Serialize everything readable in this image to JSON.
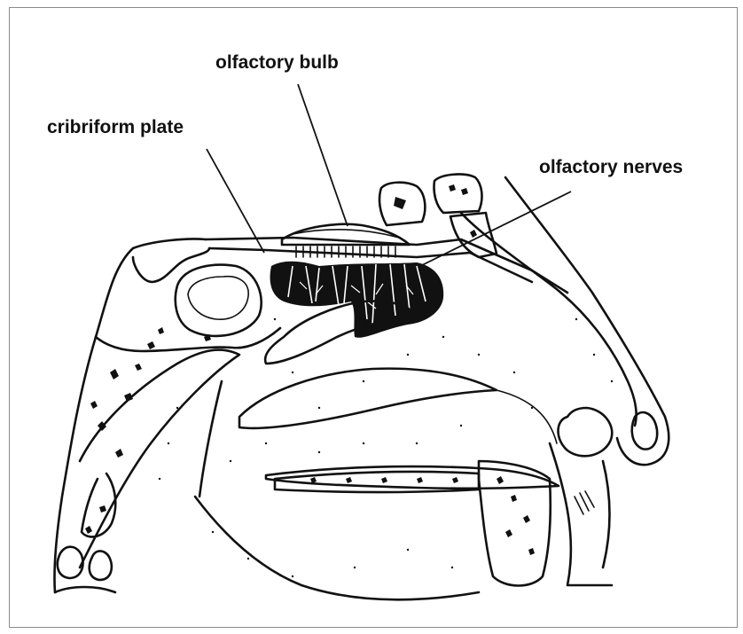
{
  "labels": {
    "olfactory_bulb": "olfactory bulb",
    "cribriform_plate": "cribriform plate",
    "olfactory_nerves": "olfactory nerves"
  },
  "colors": {
    "ink": "#111111",
    "background": "#ffffff",
    "frame": "#8a8a8a"
  }
}
